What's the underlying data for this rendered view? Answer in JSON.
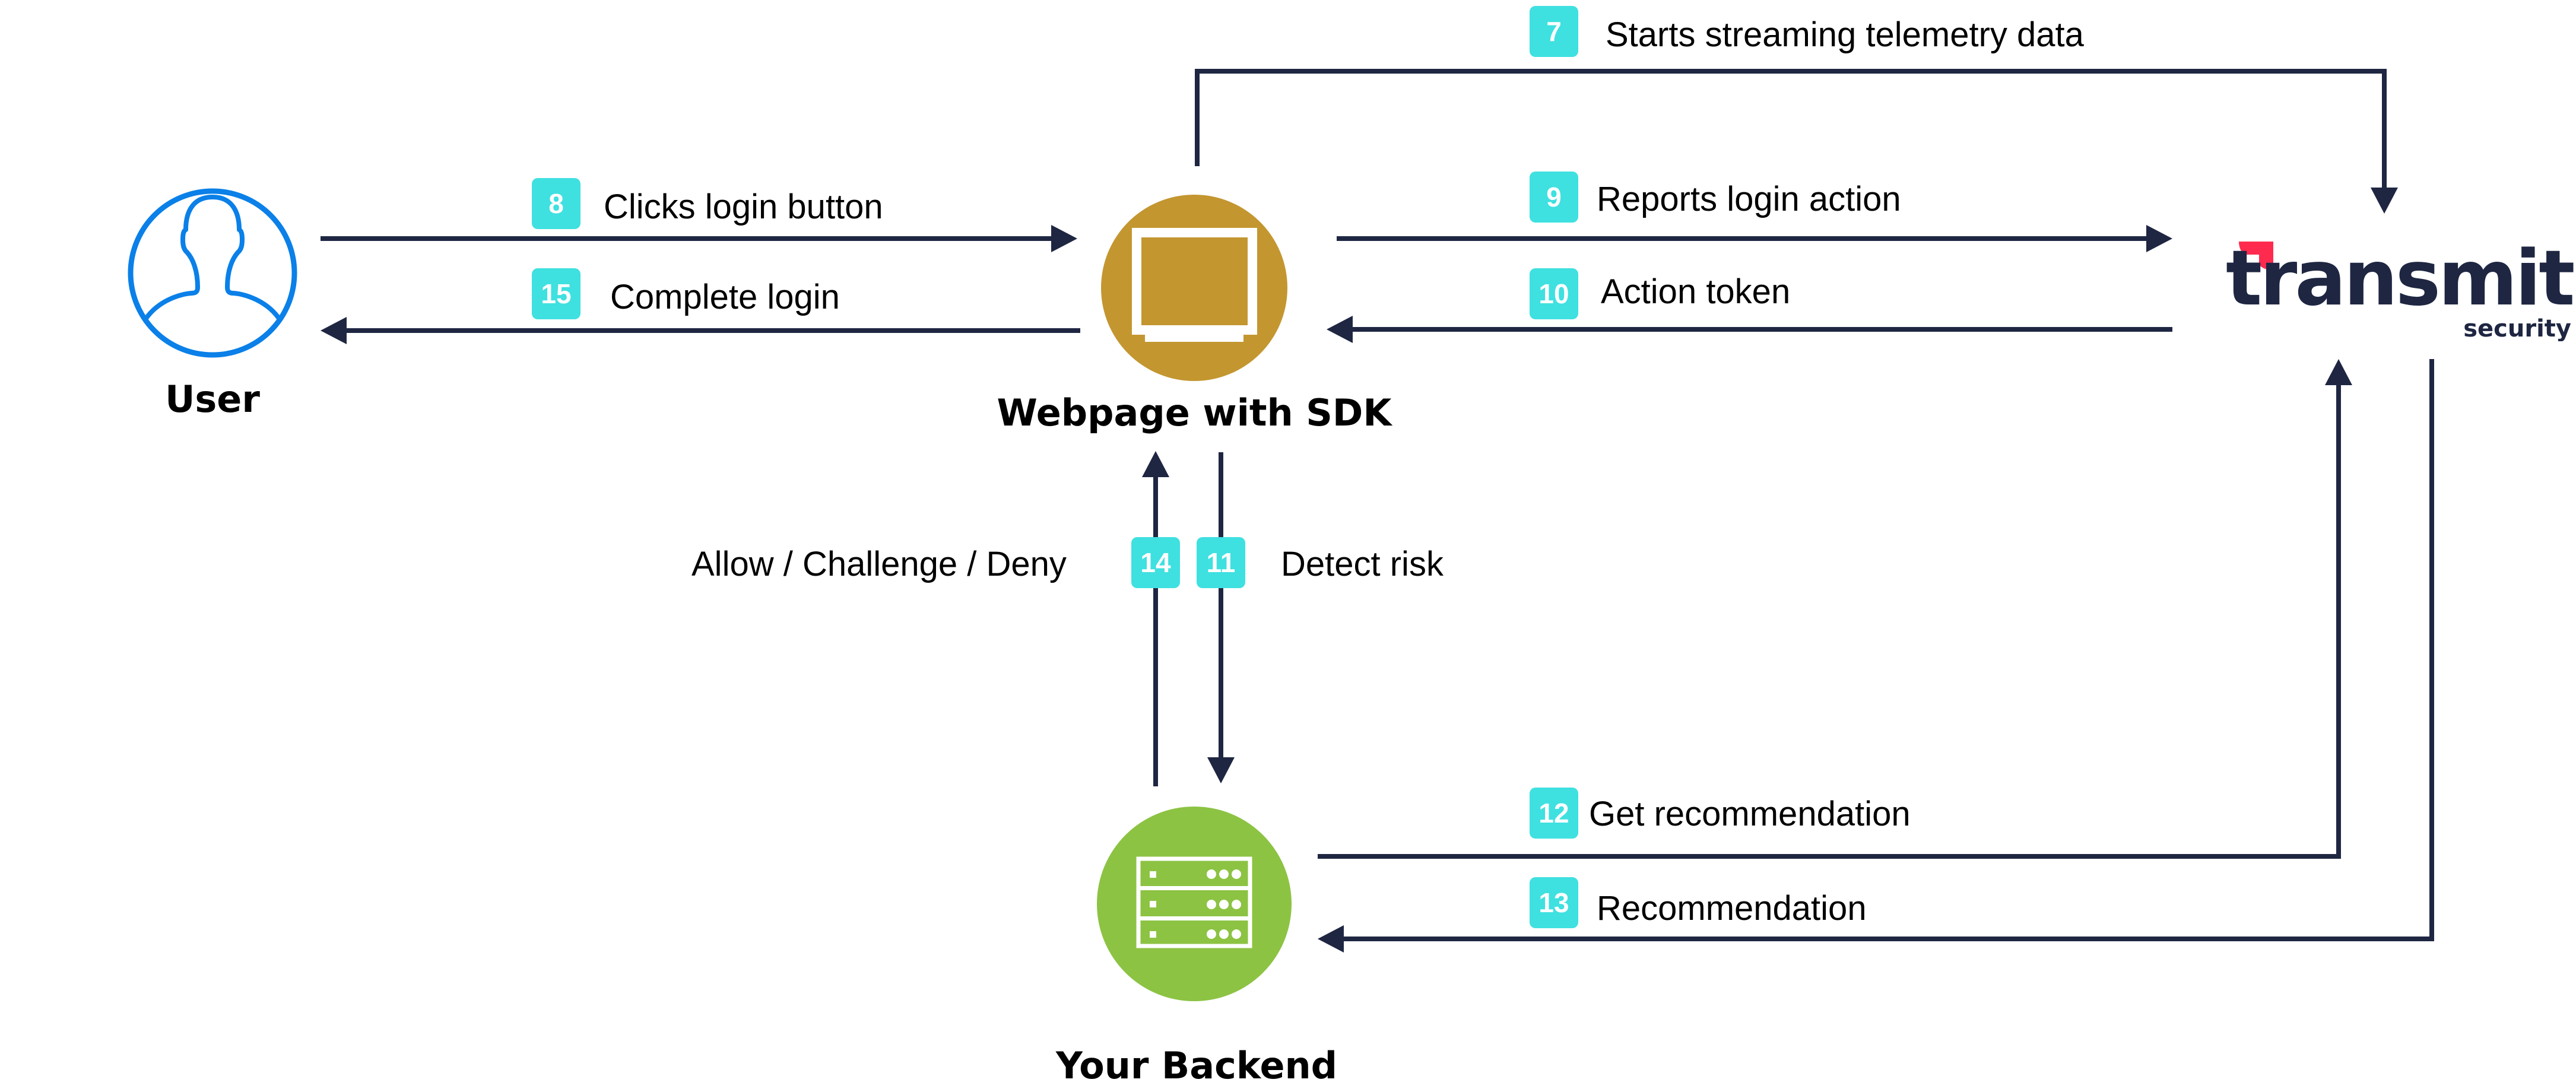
{
  "colors": {
    "arrow": "#1e2642",
    "badge": "#3fe0e0",
    "user_icon": "#0a80e8",
    "webpage_node": "#c39630",
    "backend_node": "#8cc343",
    "logo_text": "#1e2642",
    "logo_accent": "#ff2b4e"
  },
  "nodes": {
    "user": {
      "label": "User",
      "icon": "user-silhouette-icon"
    },
    "webpage": {
      "label": "Webpage with SDK",
      "icon": "monitor-icon"
    },
    "backend": {
      "label": "Your Backend",
      "icon": "server-rack-icon"
    },
    "transmit": {
      "wordmark": "transmit",
      "subtitle": "security",
      "icon": "transmit-security-logo"
    }
  },
  "steps": [
    {
      "number": "7",
      "label": "Starts streaming telemetry data",
      "from": "Webpage with SDK",
      "to": "Transmit Security"
    },
    {
      "number": "8",
      "label": "Clicks login button",
      "from": "User",
      "to": "Webpage with SDK"
    },
    {
      "number": "9",
      "label": "Reports login action",
      "from": "Webpage with SDK",
      "to": "Transmit Security"
    },
    {
      "number": "10",
      "label": "Action token",
      "from": "Transmit Security",
      "to": "Webpage with SDK"
    },
    {
      "number": "11",
      "label": "Detect risk",
      "from": "Webpage with SDK",
      "to": "Your Backend"
    },
    {
      "number": "12",
      "label": "Get recommendation",
      "from": "Your Backend",
      "to": "Transmit Security"
    },
    {
      "number": "13",
      "label": "Recommendation",
      "from": "Transmit Security",
      "to": "Your Backend"
    },
    {
      "number": "14",
      "label": "Allow / Challenge / Deny",
      "from": "Your Backend",
      "to": "Webpage with SDK"
    },
    {
      "number": "15",
      "label": "Complete login",
      "from": "Webpage with SDK",
      "to": "User"
    }
  ]
}
